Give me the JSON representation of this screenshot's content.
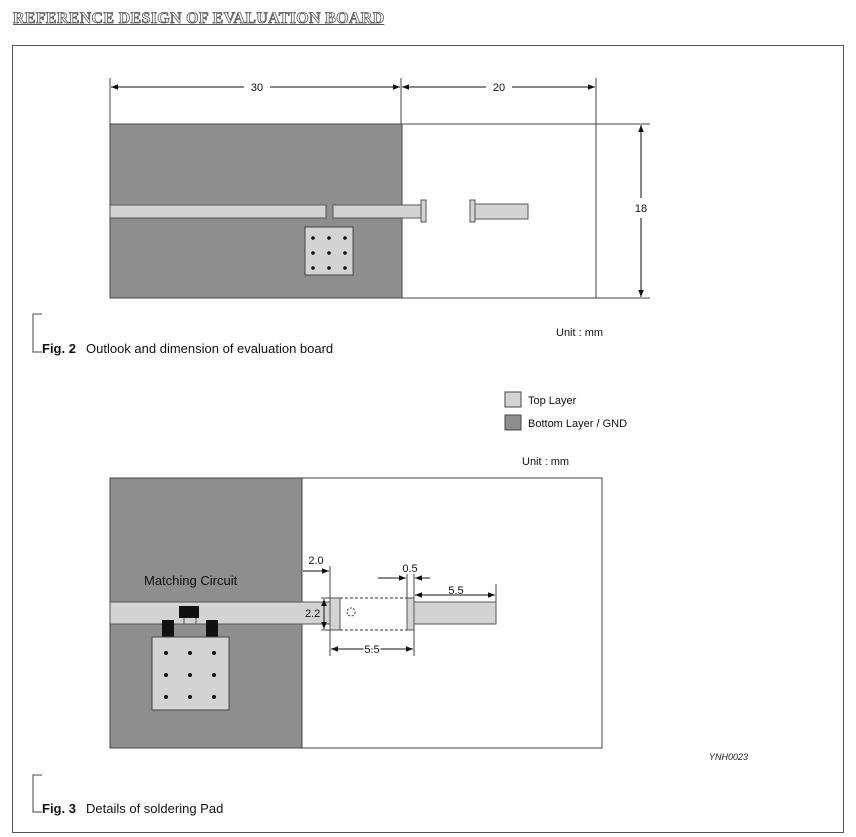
{
  "heading": "REFERENCE DESIGN OF EVALUATION BOARD",
  "fig2": {
    "dim_top_left": "30",
    "dim_top_right": "20",
    "dim_right": "18",
    "unit": "Unit : mm",
    "caption_label": "Fig. 2",
    "caption_text": "Outlook and dimension of evaluation board"
  },
  "legend": {
    "top_layer": "Top Layer",
    "bottom_layer": "Bottom Layer / GND",
    "unit": "Unit : mm",
    "colors": {
      "top_layer": "#d3d3d3",
      "bottom_layer": "#8e8e8e"
    }
  },
  "fig3": {
    "matching_circuit": "Matching Circuit",
    "dim_gap": "2.0",
    "dim_pad_width": "0.5",
    "dim_trace_length": "5.5",
    "dim_pad_height": "2.2",
    "dim_pad_spacing": "5.5",
    "code": "YNH0023",
    "caption_label": "Fig. 3",
    "caption_text": "Details of soldering Pad"
  }
}
